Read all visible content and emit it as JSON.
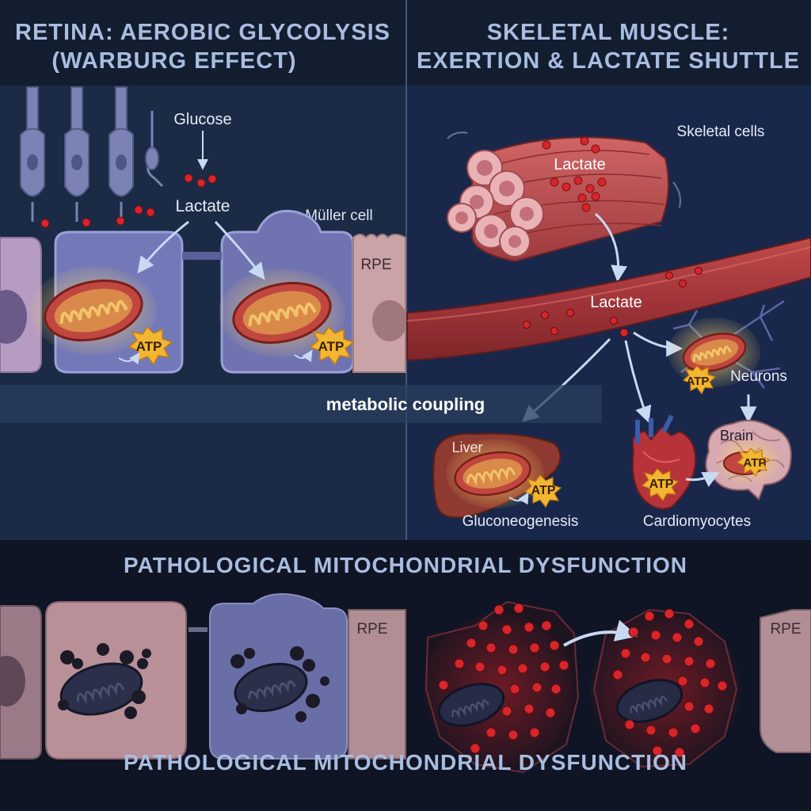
{
  "retina_panel": {
    "title_line1": "RETINA: AEROBIC GLYCOLYSIS",
    "title_line2": "(WARBURG EFFECT)",
    "glucose": "Glucose",
    "lactate": "Lactate",
    "muller_cell": "Müller cell",
    "rpe": "RPE",
    "atp_left": "ATP",
    "atp_right": "ATP"
  },
  "muscle_panel": {
    "title_line1": "SKELETAL MUSCLE:",
    "title_line2": "EXERTION & LACTATE SHUTTLE",
    "skeletal_cells": "Skeletal cells",
    "lactate_muscle": "Lactate",
    "lactate_vessel": "Lactate",
    "neurons": "Neurons",
    "atp_neurons": "ATP",
    "brain": "Brain",
    "atp_brain": "ATP",
    "liver": "Liver",
    "atp_liver": "ATP",
    "gluconeogenesis": "Gluconeogenesis",
    "atp_heart": "ATP",
    "cardiomyocytes": "Cardiomyocytes"
  },
  "banner": {
    "metabolic_coupling": "metabolic coupling"
  },
  "pathology_panel": {
    "title_top": "PATHOLOGICAL MITOCHONDRIAL DYSFUNCTION",
    "title_bottom": "PATHOLOGICAL MITOCHONDRIAL DYSFUNCTION",
    "rpe_left": "RPE",
    "rpe_right": "RPE"
  },
  "colors": {
    "background": "#0d1728",
    "title_text": "#a9bde0",
    "cell_purple": "#6f73b0",
    "rpe_pink": "#c9a3a6",
    "mitochondria": "#c0473f",
    "atp_burst": "#f2b632",
    "lactate_dot": "#d7262b",
    "vessel": "#a83a3c"
  }
}
